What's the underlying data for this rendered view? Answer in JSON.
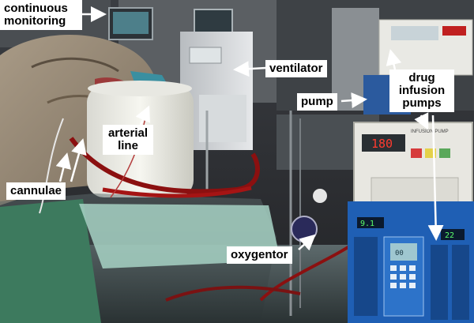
{
  "image": {
    "labels": {
      "continuous_monitoring": "continuous\nmonitoring",
      "ventilator": "ventilator",
      "arterial_line": "arterial\nline",
      "pump": "pump",
      "drug_infusion_pumps": "drug\ninfusion\npumps",
      "cannulae": "cannulae",
      "oxygentor": "oxygentor"
    },
    "device_readouts": {
      "infusion_display": "180",
      "infusion_brand": "INFUSION PUMP",
      "pump_display_1": "9.1",
      "pump_display_2": "22",
      "pump_display_3": "00"
    },
    "colors": {
      "label_bg": "#ffffff",
      "arrow": "#ffffff",
      "tubing_red": "#8b1010",
      "drape_green": "#3d7a5e",
      "pump_blue": "#1f5fb4"
    }
  }
}
